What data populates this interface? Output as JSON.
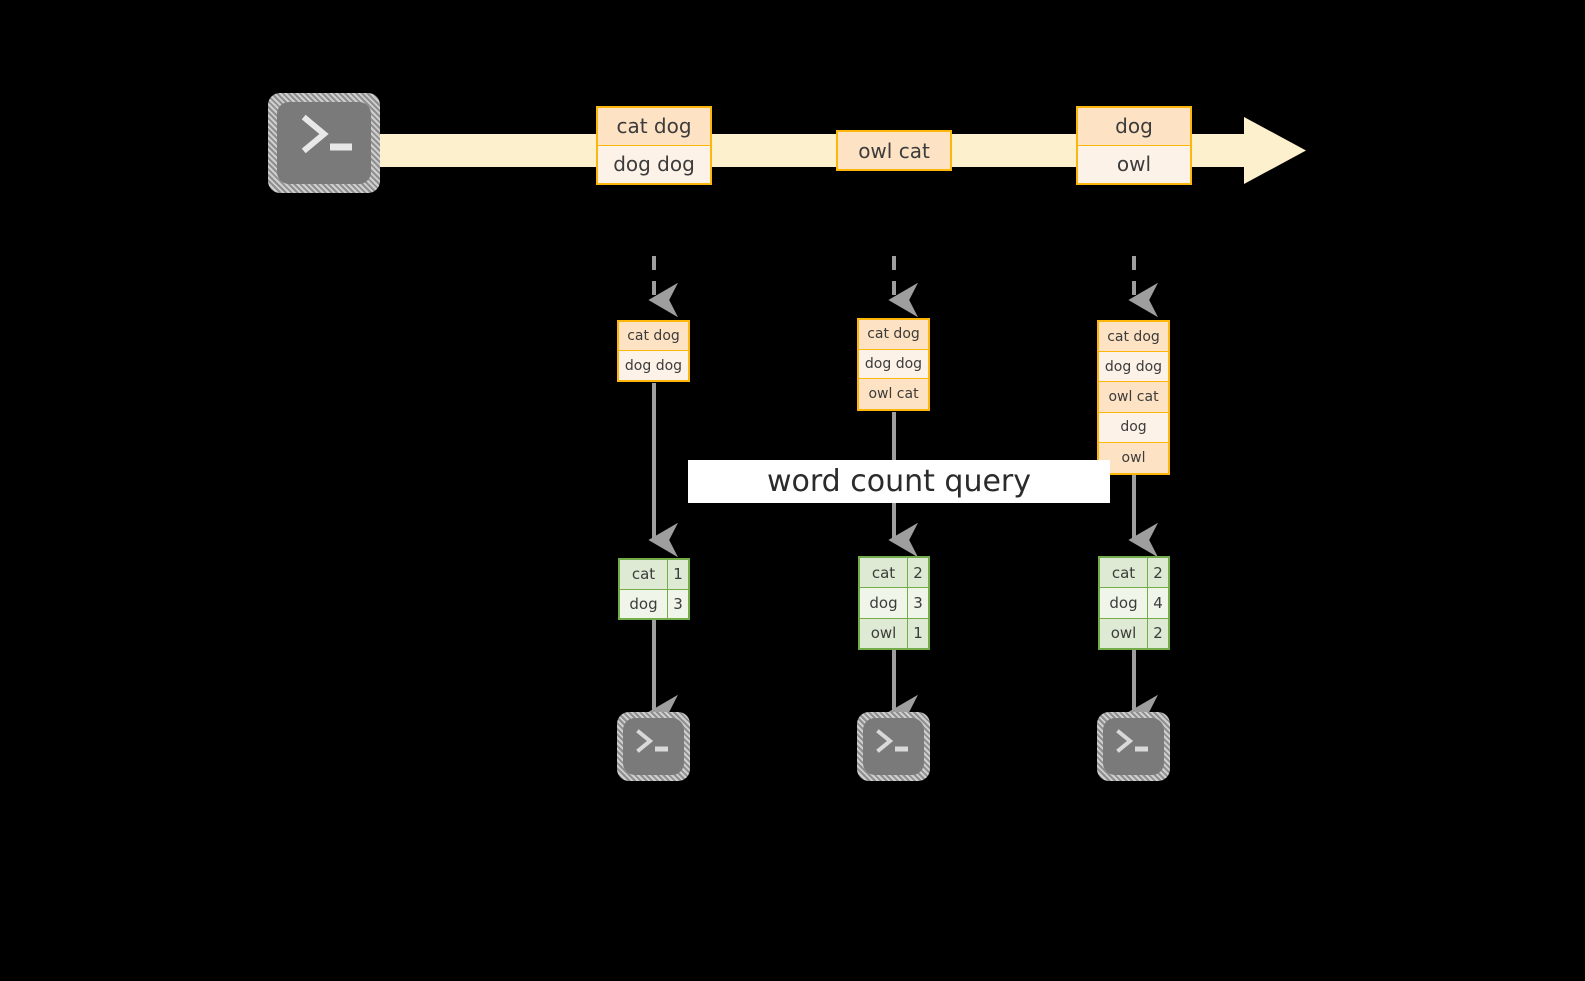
{
  "diagram": {
    "title_label": "word count query",
    "colors": {
      "stream_band": "#fdf0cd",
      "record_border": "#ffb60a",
      "record_fill_dark": "#fde2c4",
      "record_fill_light": "#fdf2e7",
      "result_border": "#72ad4a",
      "result_fill_dark": "#dfead4",
      "result_fill_light": "#eff5e9",
      "arrow": "#9e9e9e",
      "terminal_body": "#7a7a7a",
      "label_band": "#ffffff",
      "background": "#000000"
    },
    "stream": {
      "source_icon": "terminal-icon",
      "groups": [
        {
          "name": "group-1",
          "rows": [
            "cat dog",
            "dog dog"
          ]
        },
        {
          "name": "group-2",
          "rows": [
            "owl cat"
          ]
        },
        {
          "name": "group-3",
          "rows": [
            "dog",
            "owl"
          ]
        }
      ]
    },
    "snapshots": [
      {
        "name": "snapshot-1",
        "input_rows": [
          "cat dog",
          "dog dog"
        ],
        "result_header_hidden": true,
        "result_rows": [
          {
            "word": "cat",
            "count": "1"
          },
          {
            "word": "dog",
            "count": "3"
          }
        ],
        "sink_icon": "terminal-icon"
      },
      {
        "name": "snapshot-2",
        "input_rows": [
          "cat dog",
          "dog dog",
          "owl cat"
        ],
        "result_rows": [
          {
            "word": "cat",
            "count": "2"
          },
          {
            "word": "dog",
            "count": "3"
          },
          {
            "word": "owl",
            "count": "1"
          }
        ],
        "sink_icon": "terminal-icon"
      },
      {
        "name": "snapshot-3",
        "input_rows": [
          "cat dog",
          "dog dog",
          "owl cat",
          "dog",
          "owl"
        ],
        "result_rows": [
          {
            "word": "cat",
            "count": "2"
          },
          {
            "word": "dog",
            "count": "4"
          },
          {
            "word": "owl",
            "count": "2"
          }
        ],
        "sink_icon": "terminal-icon"
      }
    ]
  }
}
